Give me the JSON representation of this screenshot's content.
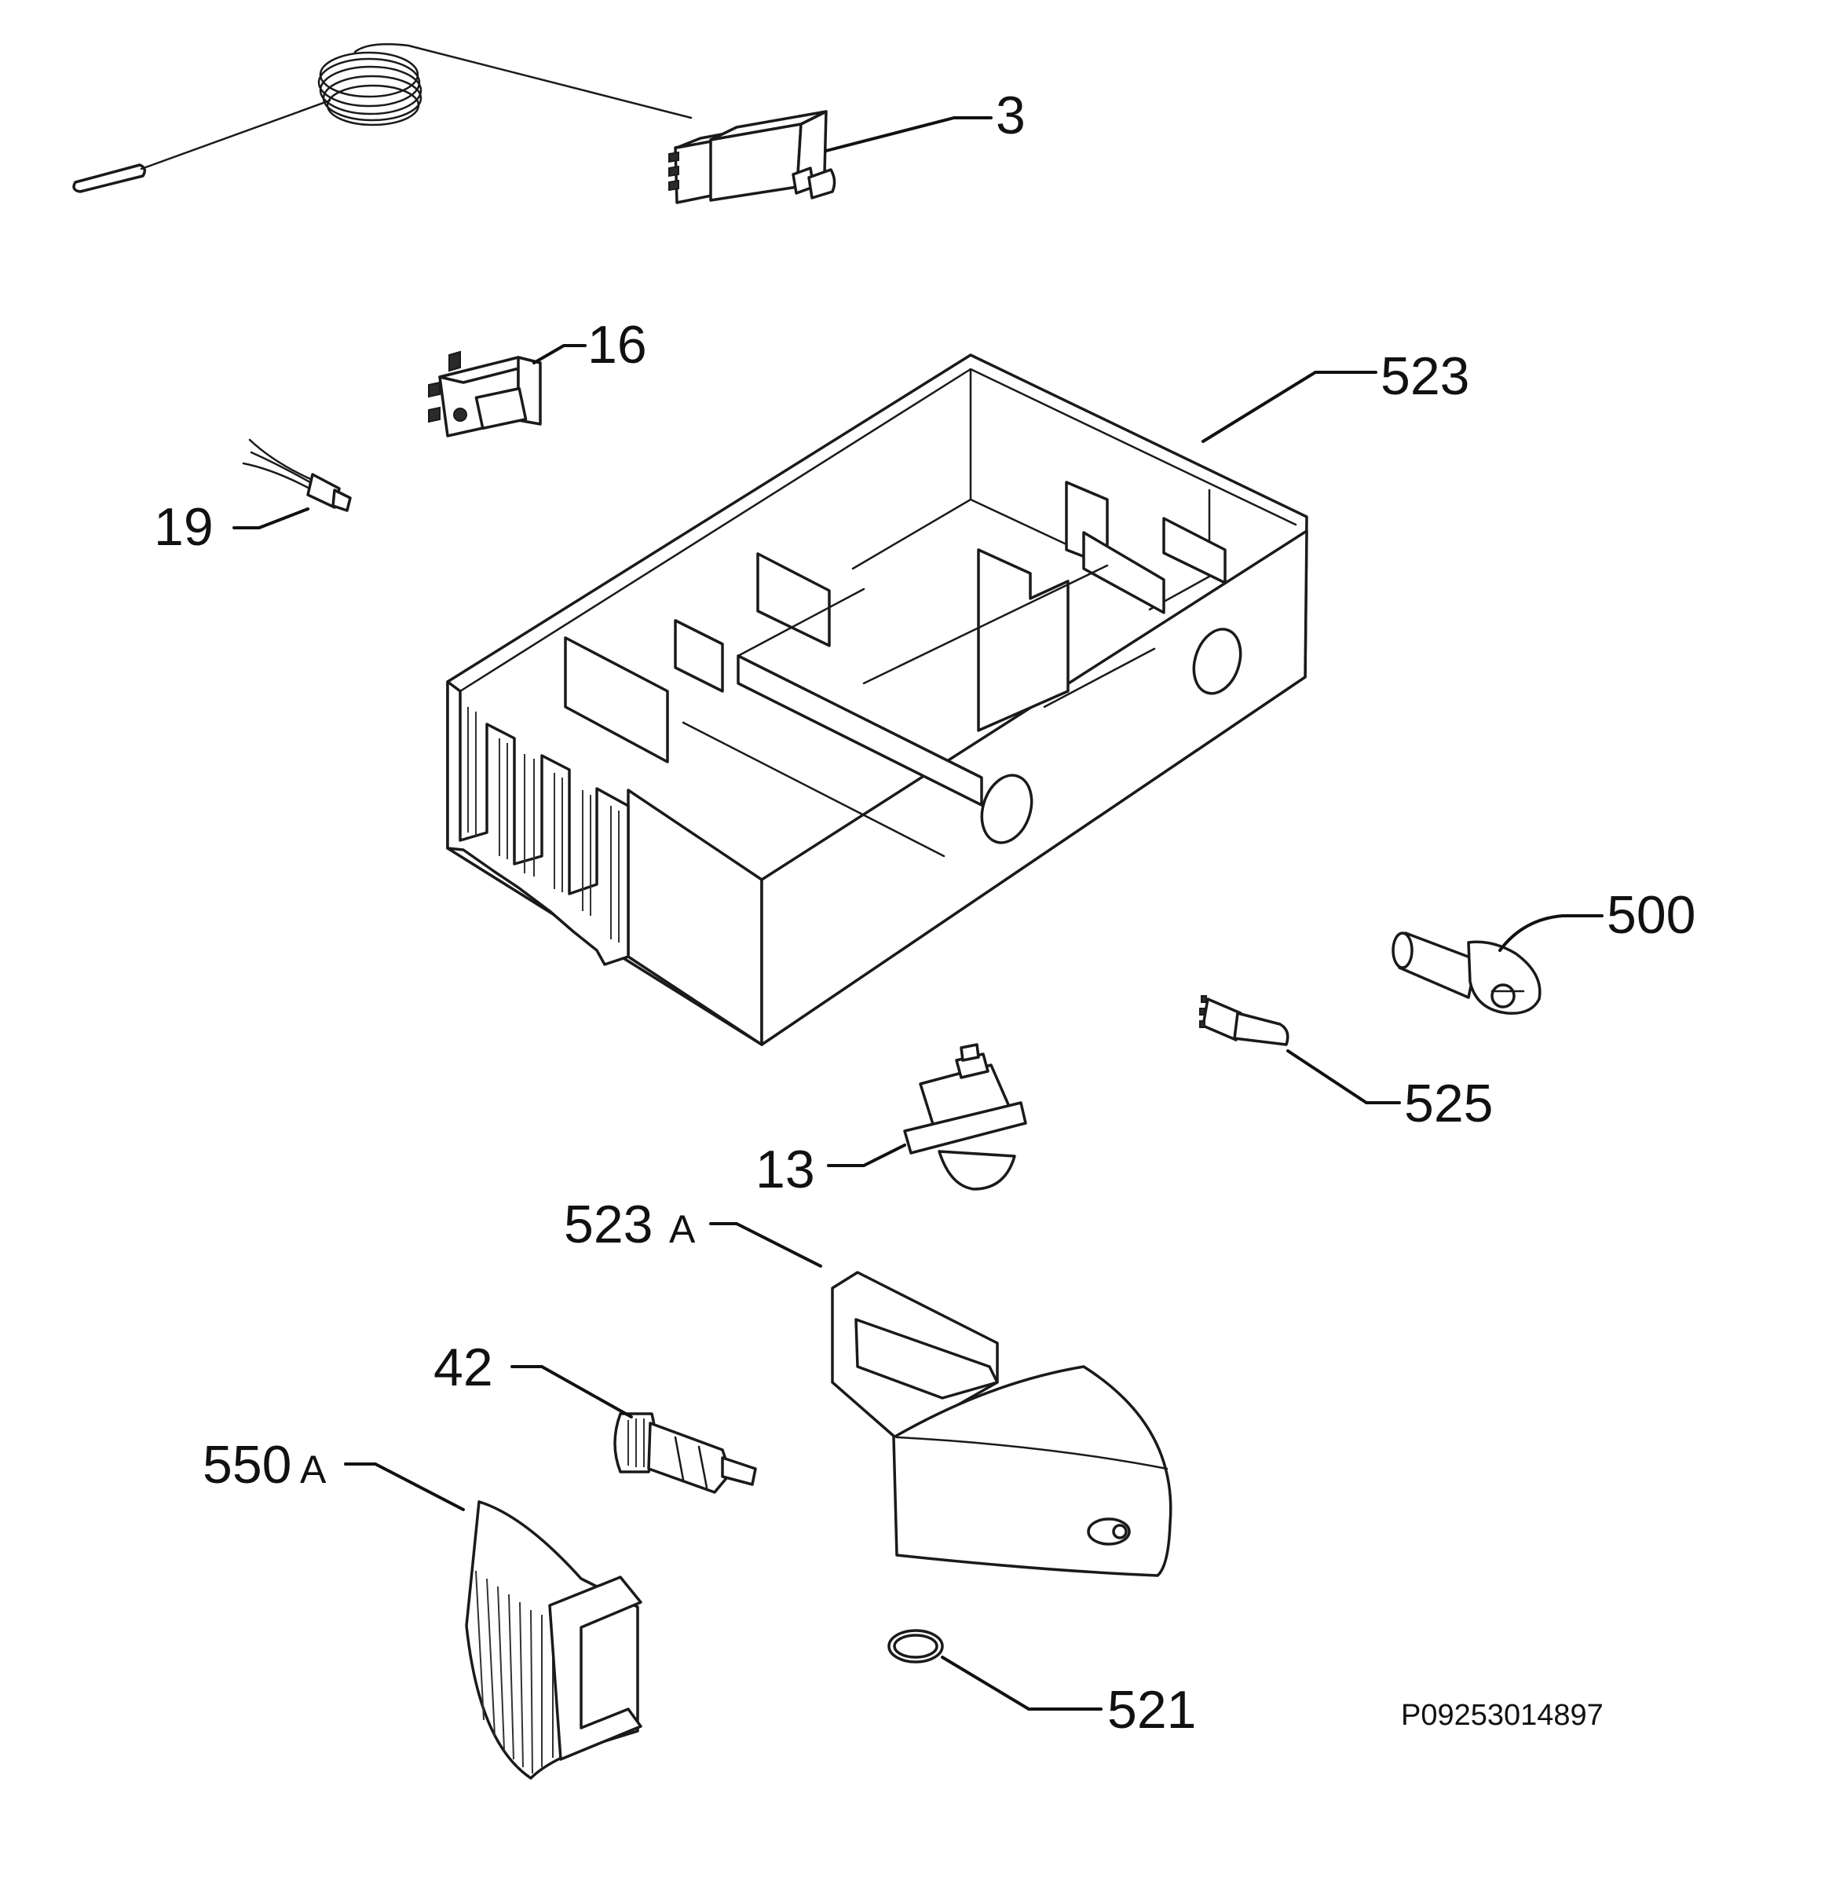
{
  "diagram": {
    "document_code": "P09253014897",
    "callouts": {
      "thermostat": "3",
      "switch": "16",
      "sensor": "19",
      "control_box": "523",
      "knob": "500",
      "lamp": "525",
      "door_switch": "13",
      "cover_number": "523",
      "cover_suffix": "A",
      "lamp_holder": "42",
      "lamp_cover_number": "550",
      "lamp_cover_suffix": "A",
      "ring": "521"
    }
  }
}
